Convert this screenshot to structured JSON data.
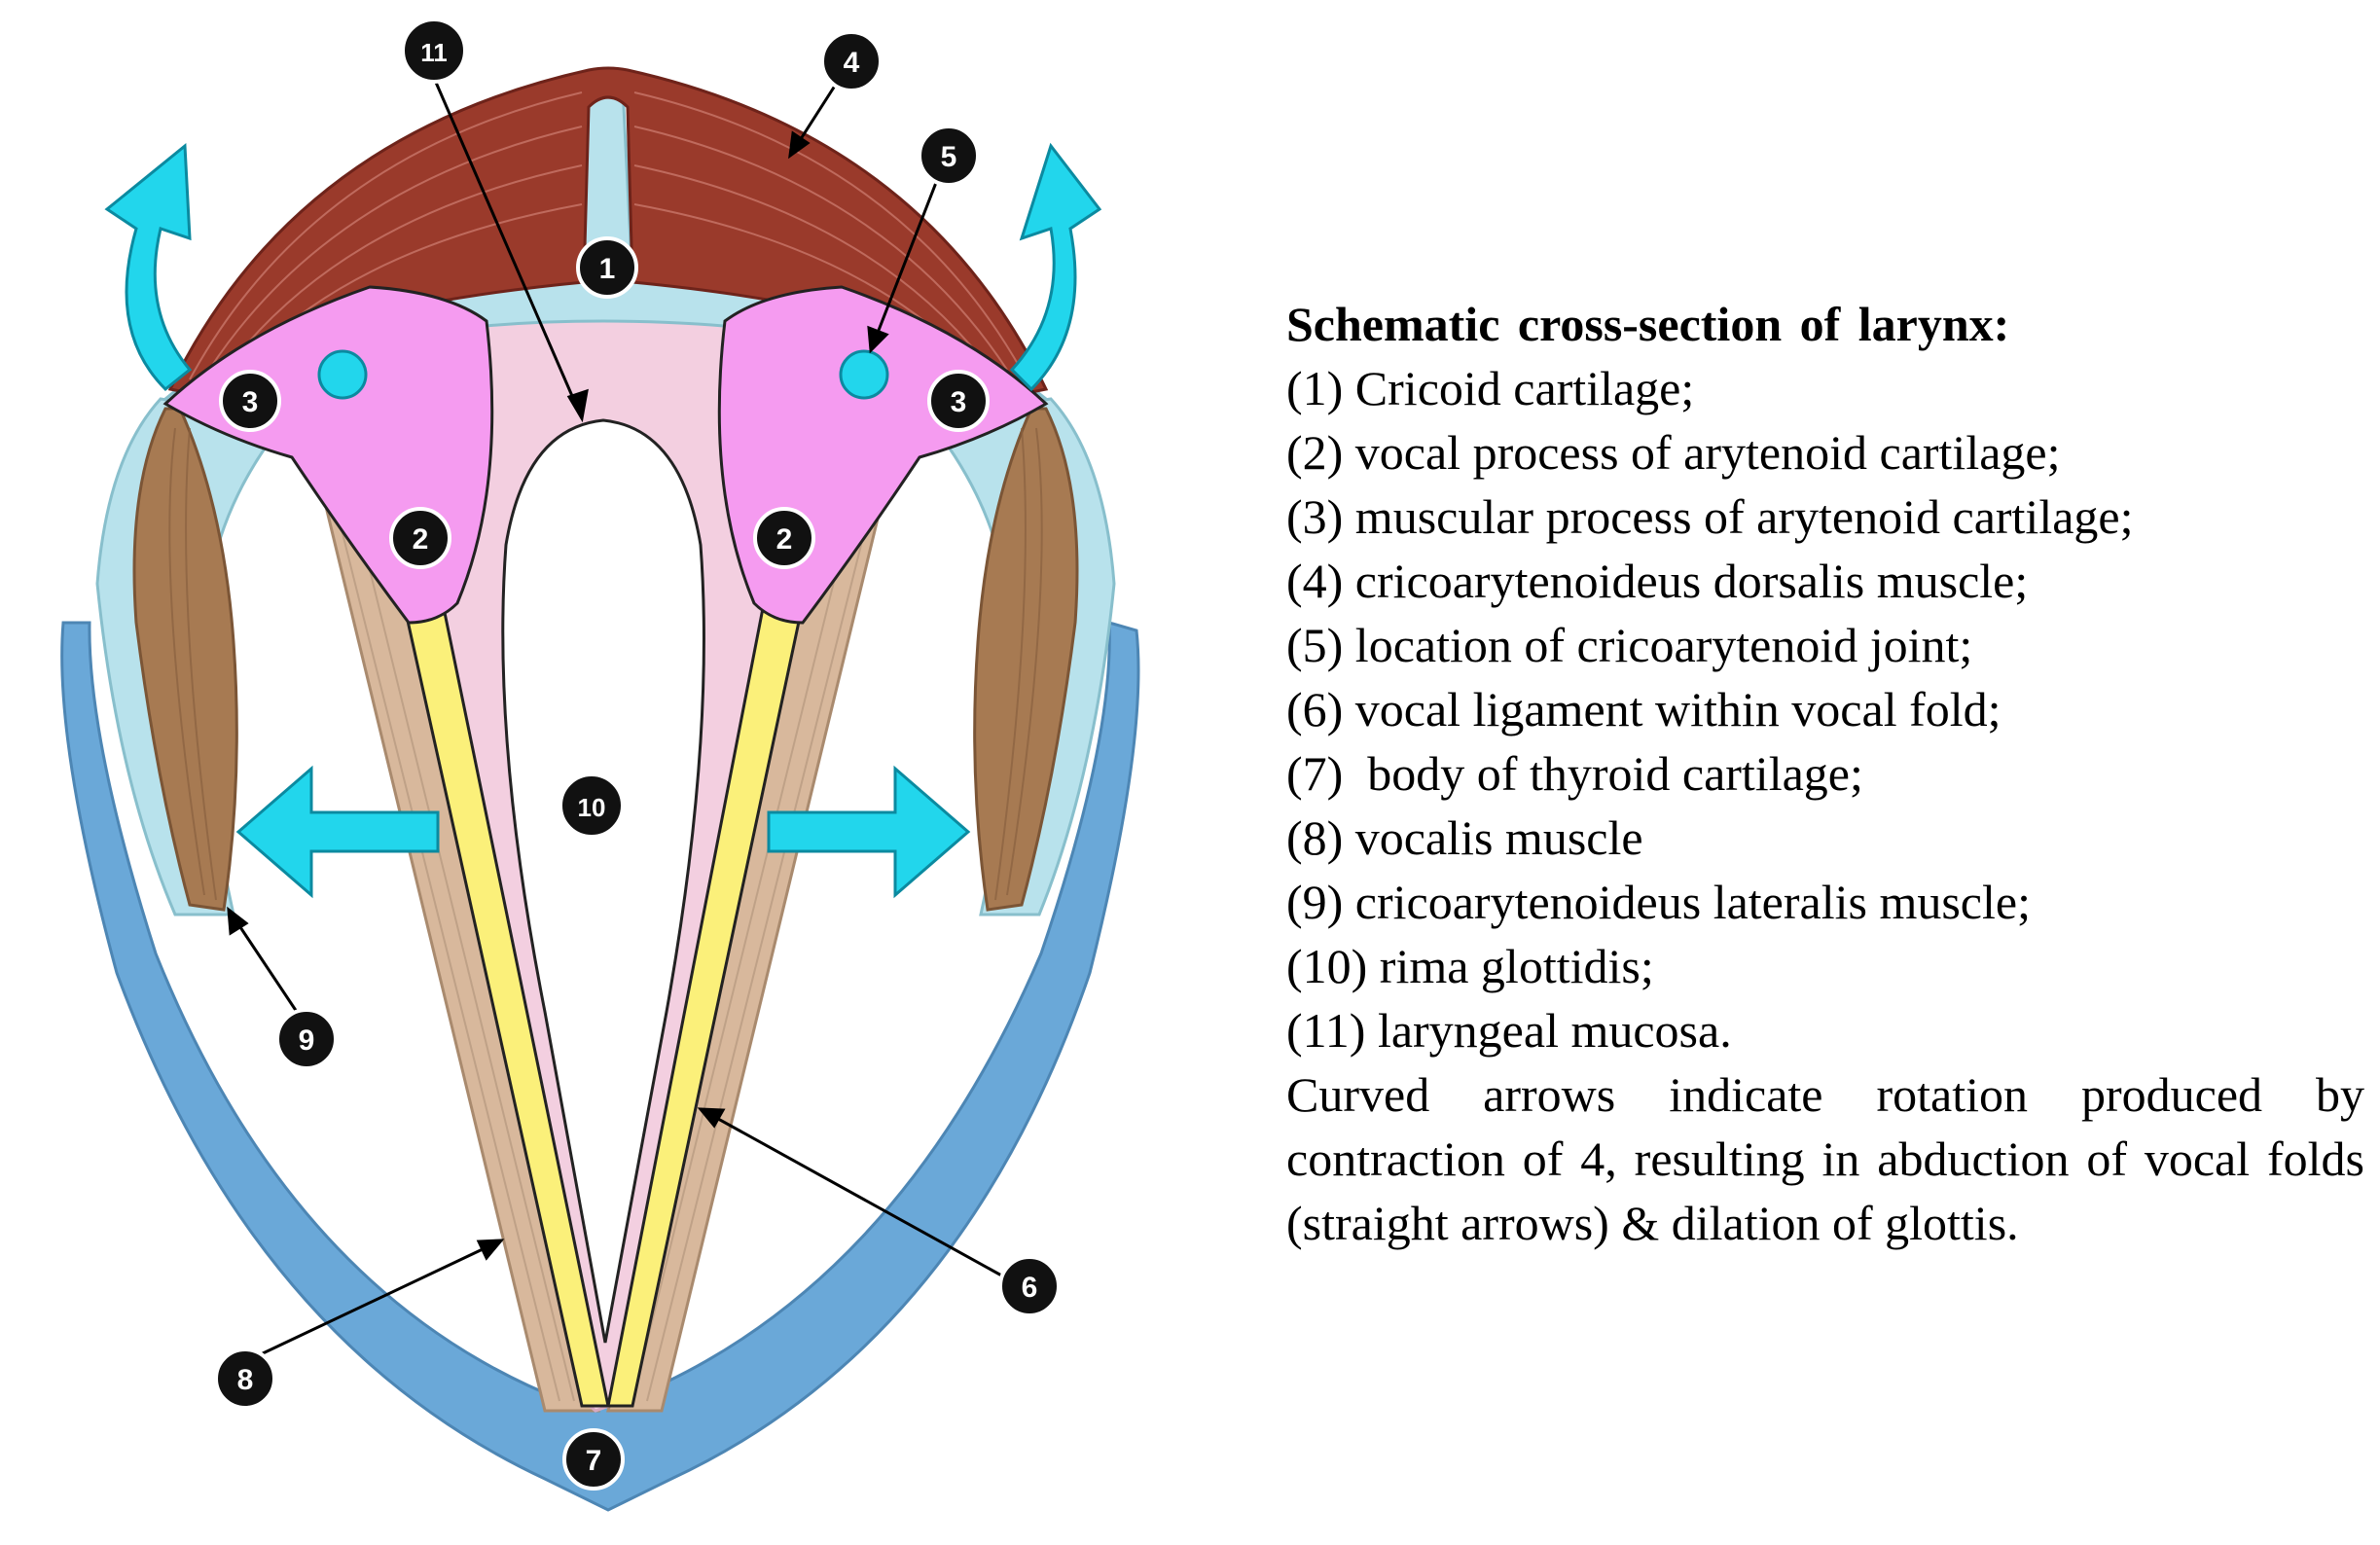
{
  "legend": {
    "title": "Schematic cross-section of larynx:",
    "items": [
      "(1) Cricoid cartilage;",
      "(2) vocal process of arytenoid cartilage;",
      "(3) muscular process of arytenoid cartilage;",
      "(4) cricoarytenoideus dorsalis muscle;",
      "(5) location of cricoarytenoid joint;",
      "(6) vocal ligament within vocal fold;",
      "(7)  body of thyroid cartilage;",
      "(8) vocalis muscle",
      "(9) cricoarytenoideus lateralis muscle;",
      "(10) rima glottidis;",
      "(11) laryngeal mucosa."
    ],
    "note": "Curved arrows indicate rotation produced by contraction of 4, resulting in abduction of vocal folds (straight arrows) & dilation of glottis."
  },
  "markers": [
    "1",
    "2",
    "2",
    "3",
    "3",
    "4",
    "5",
    "6",
    "7",
    "8",
    "9",
    "10",
    "11"
  ],
  "colors": {
    "muscle_dorsalis": "#9a3a2b",
    "cricoid": "#b8e2ec",
    "arytenoid": "#f59bf0",
    "mucosa": "#f3cfe0",
    "vocalis": "#d8b89c",
    "ligament": "#fbf07a",
    "thyroid": "#6aa8d8",
    "lateralis": "#a77a52",
    "arrow": "#22d6ec",
    "marker": "#111111"
  }
}
